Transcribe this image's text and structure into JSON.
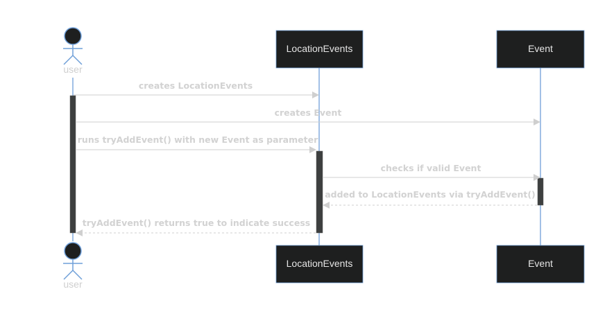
{
  "participants": {
    "user": "user",
    "location_events": "LocationEvents",
    "event": "Event"
  },
  "messages": [
    {
      "text": "creates LocationEvents",
      "kind": "sync"
    },
    {
      "text": "creates Event",
      "kind": "sync"
    },
    {
      "text": "runs tryAddEvent() with new Event as parameter",
      "kind": "sync"
    },
    {
      "text": "checks if valid Event",
      "kind": "sync"
    },
    {
      "text": "added to LocationEvents via tryAddEvent()",
      "kind": "return"
    },
    {
      "text": "tryAddEvent() returns true to indicate success",
      "kind": "return"
    }
  ],
  "colors": {
    "lifeline": "#6f9fd8",
    "box_fill": "#1e1f1f",
    "activation": "#3d3f3f",
    "arrow": "#cfcfcf",
    "text": "#d2d2d2"
  }
}
